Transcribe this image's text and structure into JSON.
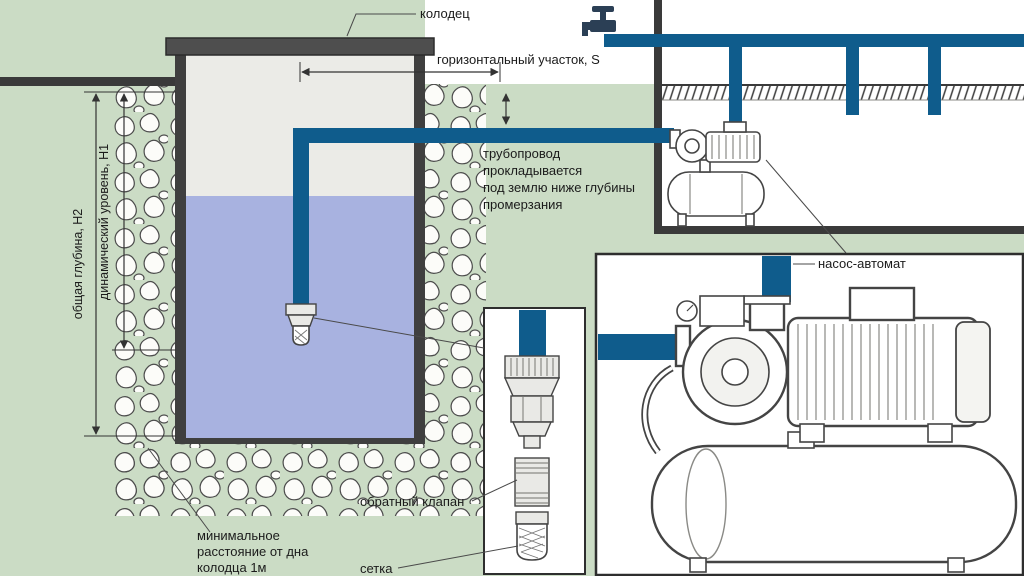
{
  "diagram": {
    "labels": {
      "well": "колодец",
      "horizontal_section": "горизонтальный участок, S",
      "pipeline_note": [
        "трубопровод",
        "прокладывается",
        "под землю ниже глубины",
        "промерзания"
      ],
      "pump_station": "насос-автомат",
      "check_valve": "обратный клапан",
      "strainer": "сетка",
      "min_distance": [
        "минимальное",
        "расстояние от дна",
        "колодца 1м"
      ],
      "total_depth": "общая глубина, Н2",
      "dynamic_level": "динамический уровень, Н1"
    },
    "colors": {
      "background_green": "#cbdcc5",
      "water_blue": "#a8b2e0",
      "pipe_blue": "#0f5c8c",
      "line_dark": "#3a3a3a"
    }
  }
}
